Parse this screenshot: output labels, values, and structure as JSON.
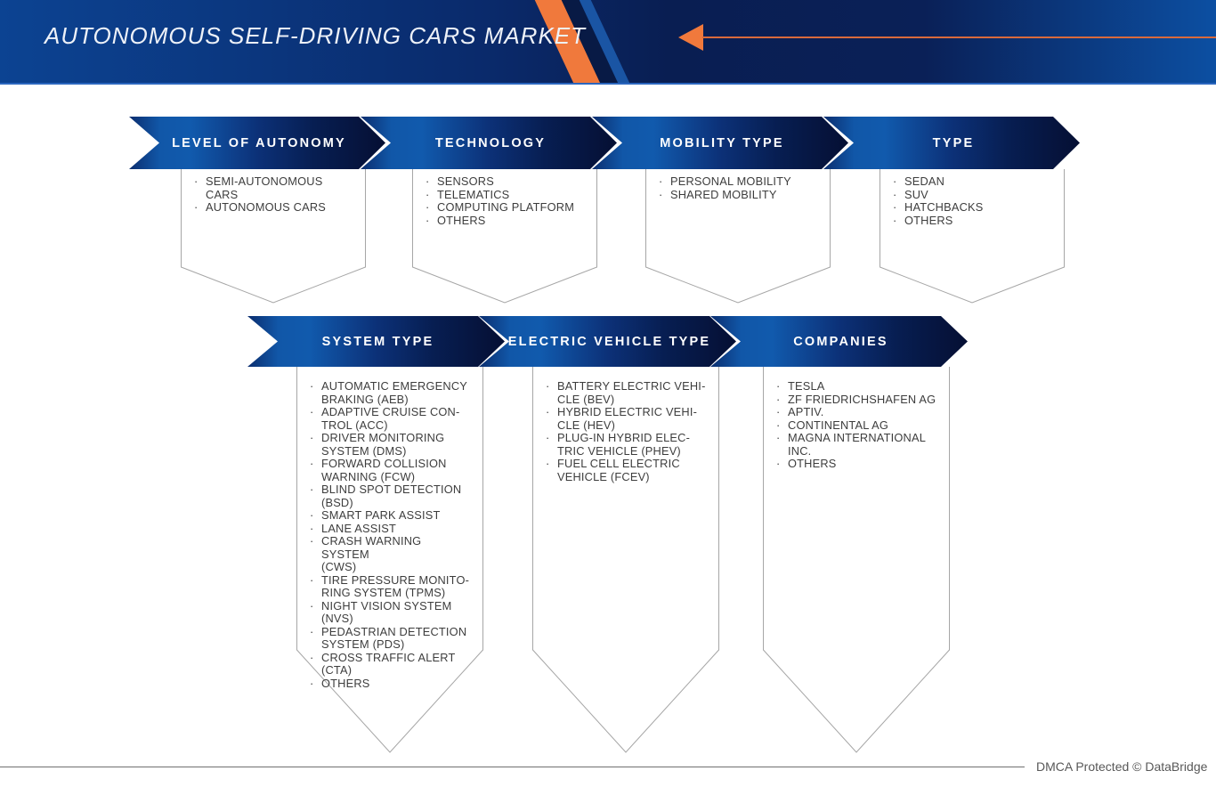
{
  "banner": {
    "title": "AUTONOMOUS SELF-DRIVING CARS MARKET"
  },
  "diagram": {
    "bullet": "·",
    "rows": [
      {
        "segments": [
          {
            "header": "LEVEL OF AUTONOMY",
            "items": [
              "SEMI-AUTONOMOUS\nCARS",
              "AUTONOMOUS CARS"
            ]
          },
          {
            "header": "TECHNOLOGY",
            "items": [
              "SENSORS",
              "TELEMATICS",
              "COMPUTING PLATFORM",
              "OTHERS"
            ]
          },
          {
            "header": "MOBILITY TYPE",
            "items": [
              "PERSONAL MOBILITY",
              "SHARED MOBILITY"
            ]
          },
          {
            "header": "TYPE",
            "items": [
              "SEDAN",
              "SUV",
              "HATCHBACKS",
              "OTHERS"
            ]
          }
        ]
      },
      {
        "segments": [
          {
            "header": "SYSTEM TYPE",
            "items": [
              "AUTOMATIC EMERGENCY\nBRAKING (AEB)",
              "ADAPTIVE CRUISE CON-\nTROL (ACC)",
              "DRIVER MONITORING\nSYSTEM (DMS)",
              "FORWARD COLLISION\nWARNING (FCW)",
              "BLIND SPOT DETECTION\n(BSD)",
              "SMART PARK ASSIST",
              "LANE ASSIST",
              "CRASH WARNING SYSTEM\n(CWS)",
              "TIRE PRESSURE MONITO-\nRING SYSTEM (TPMS)",
              "NIGHT VISION SYSTEM\n(NVS)",
              "PEDASTRIAN DETECTION\nSYSTEM (PDS)",
              "CROSS TRAFFIC ALERT\n(CTA)",
              "OTHERS"
            ]
          },
          {
            "header": "ELECTRIC VEHICLE TYPE",
            "items": [
              "BATTERY ELECTRIC VEHI-\nCLE (BEV)",
              "HYBRID ELECTRIC VEHI-\nCLE (HEV)",
              "PLUG-IN HYBRID ELEC-\nTRIC VEHICLE (PHEV)",
              "FUEL CELL ELECTRIC\nVEHICLE (FCEV)"
            ]
          },
          {
            "header": "COMPANIES",
            "items": [
              "TESLA",
              "ZF FRIEDRICHSHAFEN AG",
              "APTIV.",
              "CONTINENTAL AG",
              "MAGNA INTERNATIONAL\nINC.",
              "OTHERS"
            ]
          }
        ]
      }
    ]
  },
  "footer": {
    "label": "DMCA Protected © DataBridge"
  },
  "colors": {
    "accent_orange": "#F0793C",
    "navy_dark": "#050F33",
    "blue_bright": "#1157A8",
    "banner_edge_blue": "#0C4FA2",
    "pennant_border_gray": "#A6A6A6",
    "text_gray": "#3D3D3D"
  }
}
